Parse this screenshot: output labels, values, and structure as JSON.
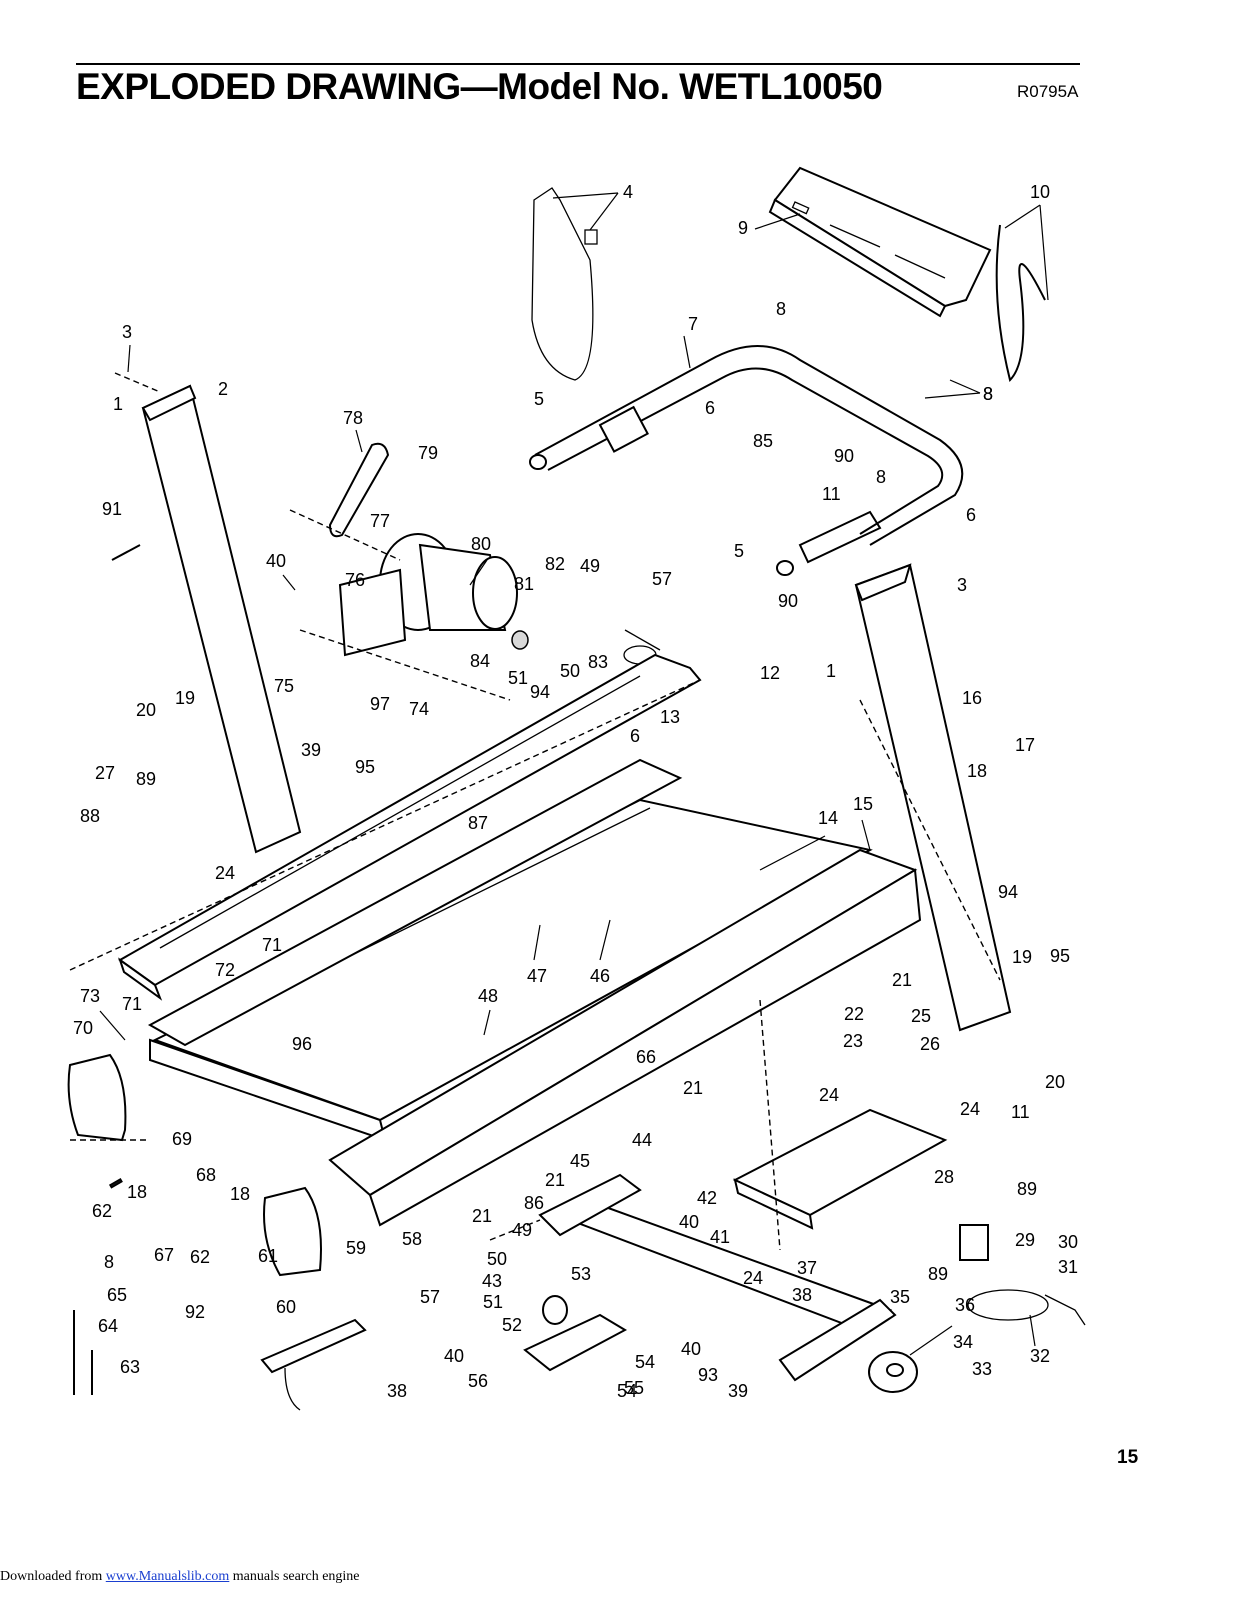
{
  "header": {
    "title": "EXPLODED DRAWING—Model No. WETL10050",
    "drawing_code": "R0795A"
  },
  "page_number": "15",
  "footer": {
    "prefix": "Downloaded from ",
    "link_text": "www.Manualslib.com",
    "suffix": " manuals search engine"
  },
  "part_callouts": [
    {
      "label": "1"
    },
    {
      "label": "2"
    },
    {
      "label": "3"
    },
    {
      "label": "4"
    },
    {
      "label": "5"
    },
    {
      "label": "6"
    },
    {
      "label": "7"
    },
    {
      "label": "8"
    },
    {
      "label": "8"
    },
    {
      "label": "8"
    },
    {
      "label": "9"
    },
    {
      "label": "10"
    },
    {
      "label": "85"
    },
    {
      "label": "90"
    },
    {
      "label": "11"
    },
    {
      "label": "8"
    },
    {
      "label": "78"
    },
    {
      "label": "79"
    },
    {
      "label": "91"
    },
    {
      "label": "40"
    },
    {
      "label": "77"
    },
    {
      "label": "80"
    },
    {
      "label": "76"
    },
    {
      "label": "82"
    },
    {
      "label": "49"
    },
    {
      "label": "57"
    },
    {
      "label": "81"
    },
    {
      "label": "6"
    },
    {
      "label": "5"
    },
    {
      "label": "3"
    },
    {
      "label": "90"
    },
    {
      "label": "75"
    },
    {
      "label": "84"
    },
    {
      "label": "83"
    },
    {
      "label": "51"
    },
    {
      "label": "50"
    },
    {
      "label": "1"
    },
    {
      "label": "12"
    },
    {
      "label": "97"
    },
    {
      "label": "74"
    },
    {
      "label": "94"
    },
    {
      "label": "20"
    },
    {
      "label": "19"
    },
    {
      "label": "39"
    },
    {
      "label": "6"
    },
    {
      "label": "13"
    },
    {
      "label": "16"
    },
    {
      "label": "27"
    },
    {
      "label": "89"
    },
    {
      "label": "95"
    },
    {
      "label": "17"
    },
    {
      "label": "18"
    },
    {
      "label": "88"
    },
    {
      "label": "87"
    },
    {
      "label": "14"
    },
    {
      "label": "15"
    },
    {
      "label": "24"
    },
    {
      "label": "94"
    },
    {
      "label": "71"
    },
    {
      "label": "47"
    },
    {
      "label": "46"
    },
    {
      "label": "21"
    },
    {
      "label": "19"
    },
    {
      "label": "95"
    },
    {
      "label": "73"
    },
    {
      "label": "72"
    },
    {
      "label": "48"
    },
    {
      "label": "22"
    },
    {
      "label": "25"
    },
    {
      "label": "71"
    },
    {
      "label": "96"
    },
    {
      "label": "23"
    },
    {
      "label": "26"
    },
    {
      "label": "20"
    },
    {
      "label": "70"
    },
    {
      "label": "66"
    },
    {
      "label": "21"
    },
    {
      "label": "24"
    },
    {
      "label": "11"
    },
    {
      "label": "24"
    },
    {
      "label": "69"
    },
    {
      "label": "44"
    },
    {
      "label": "45"
    },
    {
      "label": "28"
    },
    {
      "label": "68"
    },
    {
      "label": "42"
    },
    {
      "label": "21"
    },
    {
      "label": "89"
    },
    {
      "label": "18"
    },
    {
      "label": "62"
    },
    {
      "label": "18"
    },
    {
      "label": "86"
    },
    {
      "label": "40"
    },
    {
      "label": "21"
    },
    {
      "label": "58"
    },
    {
      "label": "49"
    },
    {
      "label": "41"
    },
    {
      "label": "37"
    },
    {
      "label": "29"
    },
    {
      "label": "30"
    },
    {
      "label": "67"
    },
    {
      "label": "62"
    },
    {
      "label": "61"
    },
    {
      "label": "59"
    },
    {
      "label": "50"
    },
    {
      "label": "53"
    },
    {
      "label": "24"
    },
    {
      "label": "89"
    },
    {
      "label": "31"
    },
    {
      "label": "8"
    },
    {
      "label": "43"
    },
    {
      "label": "35"
    },
    {
      "label": "36"
    },
    {
      "label": "65"
    },
    {
      "label": "92"
    },
    {
      "label": "60"
    },
    {
      "label": "57"
    },
    {
      "label": "51"
    },
    {
      "label": "38"
    },
    {
      "label": "34"
    },
    {
      "label": "32"
    },
    {
      "label": "64"
    },
    {
      "label": "52"
    },
    {
      "label": "54"
    },
    {
      "label": "40"
    },
    {
      "label": "63"
    },
    {
      "label": "40"
    },
    {
      "label": "56"
    },
    {
      "label": "55"
    },
    {
      "label": "93"
    },
    {
      "label": "33"
    },
    {
      "label": "38"
    },
    {
      "label": "54"
    },
    {
      "label": "39"
    }
  ]
}
